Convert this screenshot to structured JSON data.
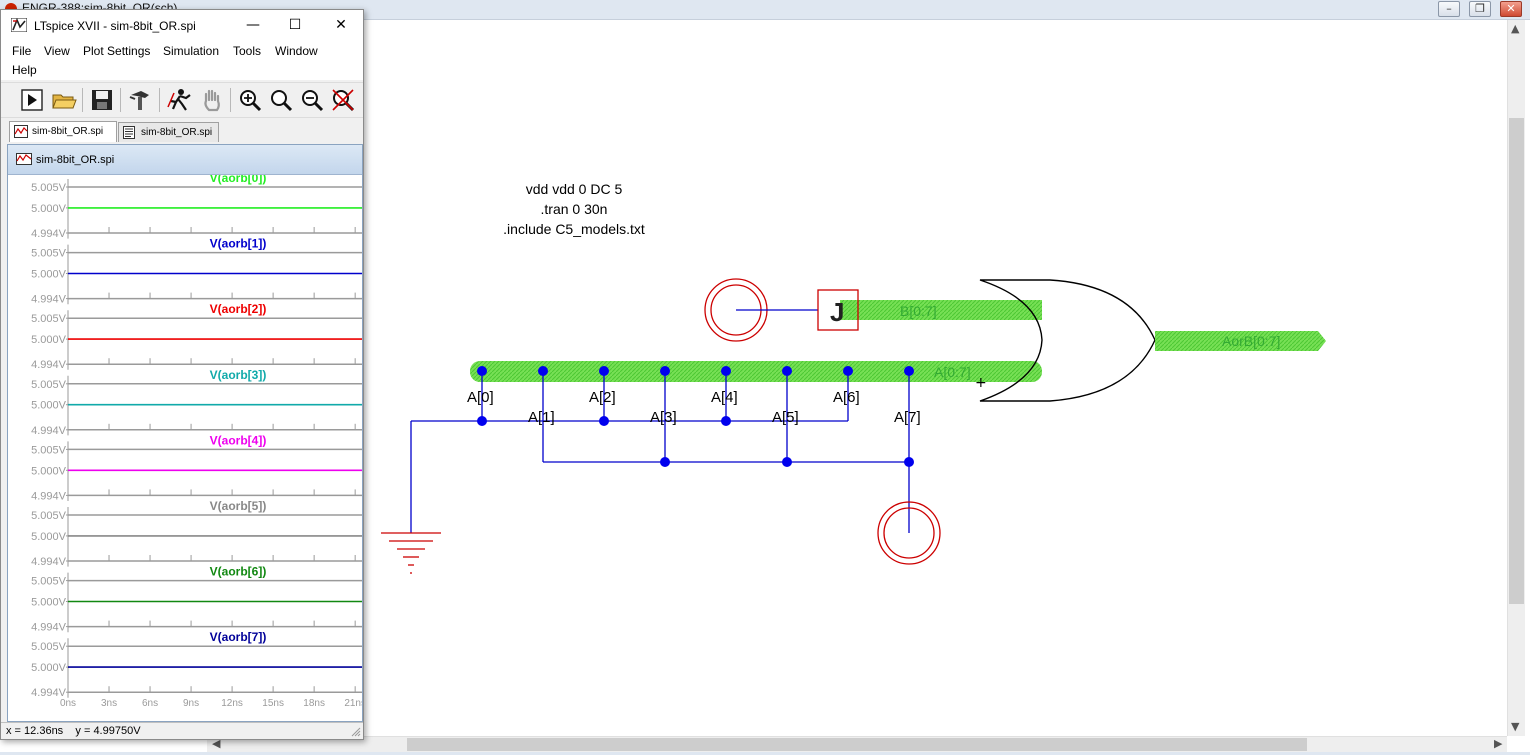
{
  "schematic_window": {
    "title": "ENGR-388:sim-8bit_OR(sch)",
    "directives": [
      "vdd vdd 0 DC 5",
      ".tran 0 30n",
      ".include C5_models.txt"
    ],
    "bus_labels": {
      "b_bus": "B[0:7]",
      "a_bus": "A[0:7]",
      "out_bus": "AorB[0:7]"
    },
    "tap_labels": [
      "A[0]",
      "A[1]",
      "A[2]",
      "A[3]",
      "A[4]",
      "A[5]",
      "A[6]",
      "A[7]"
    ],
    "junction_symbol": "J",
    "colors": {
      "wire": "#0000cc",
      "bus": "#66dd44",
      "source": "#cc0000",
      "bus_text": "#33aa33"
    }
  },
  "ltspice_window": {
    "title": "LTspice XVII - sim-8bit_OR.spi",
    "menu": [
      "File",
      "View",
      "Plot Settings",
      "Simulation",
      "Tools",
      "Window",
      "Help"
    ],
    "toolbar_icons": [
      "run-icon",
      "open-folder-icon",
      "save-icon",
      "control-panel-icon",
      "halt-icon",
      "pan-hand-icon",
      "zoom-in-icon",
      "zoom-area-icon",
      "zoom-out-icon",
      "zoom-cancel-icon"
    ],
    "tabs": [
      {
        "label": "sim-8bit_OR.spi",
        "icon": "waveform-icon",
        "active": true
      },
      {
        "label": "sim-8bit_OR.spi",
        "icon": "text-file-icon",
        "active": false
      }
    ],
    "plot_pane_title": "sim-8bit_OR.spi",
    "status": "x = 12.36ns    y = 4.99750V"
  },
  "chart_data": {
    "type": "line",
    "x_ticks": [
      "0ns",
      "3ns",
      "6ns",
      "9ns",
      "12ns",
      "15ns",
      "18ns",
      "21ns"
    ],
    "y_tick_labels": [
      "5.005V",
      "5.000V",
      "4.994V"
    ],
    "xlim": [
      0,
      21.5
    ],
    "ylim": [
      4.994,
      5.005
    ],
    "grid": true,
    "series": [
      {
        "name": "V(aorb[0])",
        "color": "#22ee22",
        "x": [
          0,
          21.5
        ],
        "y": [
          5.0,
          5.0
        ]
      },
      {
        "name": "V(aorb[1])",
        "color": "#0000cc",
        "x": [
          0,
          21.5
        ],
        "y": [
          5.0,
          5.0
        ]
      },
      {
        "name": "V(aorb[2])",
        "color": "#ee0000",
        "x": [
          0,
          21.5
        ],
        "y": [
          5.0,
          5.0
        ]
      },
      {
        "name": "V(aorb[3])",
        "color": "#11aaaa",
        "x": [
          0,
          21.5
        ],
        "y": [
          5.0,
          5.0
        ]
      },
      {
        "name": "V(aorb[4])",
        "color": "#ee00ee",
        "x": [
          0,
          21.5
        ],
        "y": [
          5.0,
          5.0
        ]
      },
      {
        "name": "V(aorb[5])",
        "color": "#888888",
        "x": [
          0,
          21.5
        ],
        "y": [
          5.0,
          5.0
        ]
      },
      {
        "name": "V(aorb[6])",
        "color": "#118811",
        "x": [
          0,
          21.5
        ],
        "y": [
          5.0,
          5.0
        ]
      },
      {
        "name": "V(aorb[7])",
        "color": "#000099",
        "x": [
          0,
          21.5
        ],
        "y": [
          5.0,
          5.0
        ]
      }
    ]
  }
}
